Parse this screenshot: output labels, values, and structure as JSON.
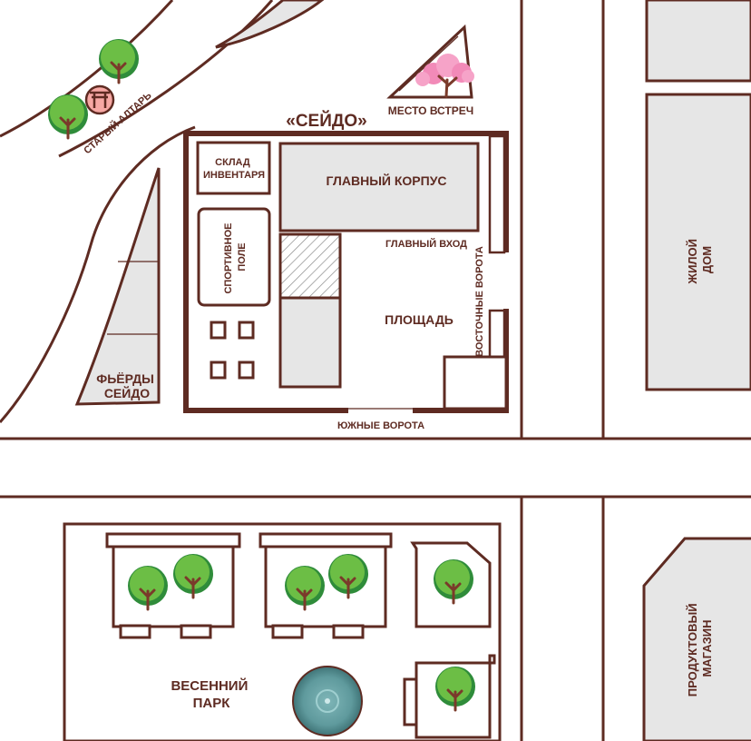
{
  "colors": {
    "outline": "#5e2b22",
    "building_fill": "#e6e6e6",
    "paper": "#ffffff",
    "tree_leaf": "#6cbe45",
    "tree_leaf_dark": "#2f8c3a",
    "tree_trunk": "#7a3a2a",
    "sakura": "#f28ab8",
    "torii": "#f6a8a4",
    "fountain": "#5f9a9d"
  },
  "labels": {
    "school": "«СЕЙДО»",
    "meeting_place": "МЕСТО ВСТРЕЧ",
    "old_altar": "СТАРЫЙ АЛТАРЬ",
    "storage": "СКЛАД ИНВЕНТАРЯ",
    "main_building": "ГЛАВНЫЙ КОРПУС",
    "main_entrance": "ГЛАВНЫЙ ВХОД",
    "sports_field": "СПОРТИВНОЕ ПОЛЕ",
    "square": "ПЛОЩАДЬ",
    "east_gate": "ВОСТОЧНЫЕ ВОРОТА",
    "south_gate": "ЮЖНЫЕ ВОРОТА",
    "fjords": "ФЬЁРДЫ СЕЙДО",
    "residential": "ЖИЛОЙ ДОМ",
    "grocery": "ПРОДУКТОВЫЙ МАГАЗИН",
    "spring_park": "ВЕСЕННИЙ ПАРК"
  },
  "icons": {
    "altar": "torii-gate-icon",
    "meeting": "sakura-tree-icon",
    "park_feature": "fountain-icon",
    "tree": "tree-icon"
  }
}
